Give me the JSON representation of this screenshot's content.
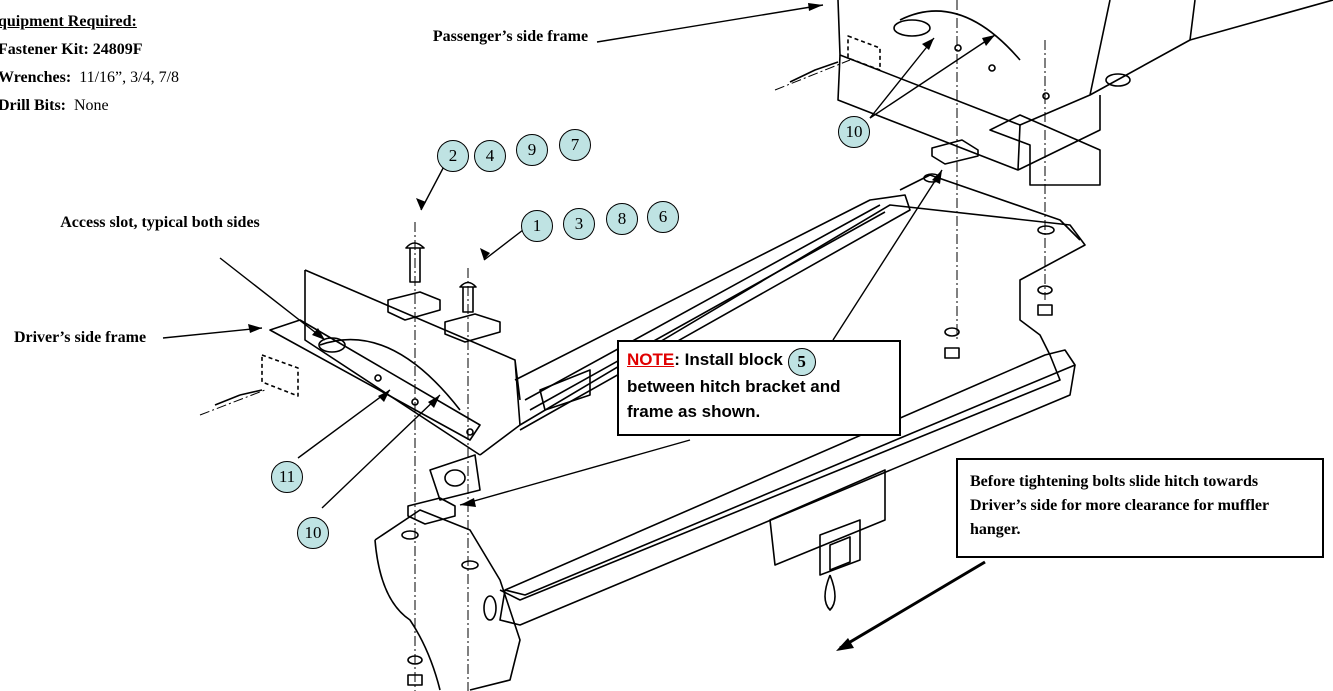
{
  "equipment": {
    "heading": "quipment Required:",
    "fastener_label": "Fastener Kit:",
    "fastener_value": "24809F",
    "wrenches_label": "Wrenches:",
    "wrenches_value": "11/16”, 3/4, 7/8",
    "drill_label": "Drill Bits:",
    "drill_value": "None"
  },
  "labels": {
    "passenger_frame": "Passenger’s side frame",
    "access_slot": "Access slot, typical both sides",
    "driver_frame": "Driver’s side frame"
  },
  "note": {
    "tag": "NOTE",
    "text": ":  Install block",
    "text2": "between hitch bracket and frame as shown.",
    "bubble": "5"
  },
  "before_box": "Before tightening bolts slide hitch towards Driver’s side for more clearance for muffler hanger.",
  "bubbles": {
    "group_a": [
      "2",
      "4",
      "9",
      "7"
    ],
    "group_b": [
      "1",
      "3",
      "8",
      "6"
    ],
    "ten_top": "10",
    "eleven": "11",
    "ten_bottom": "10"
  }
}
